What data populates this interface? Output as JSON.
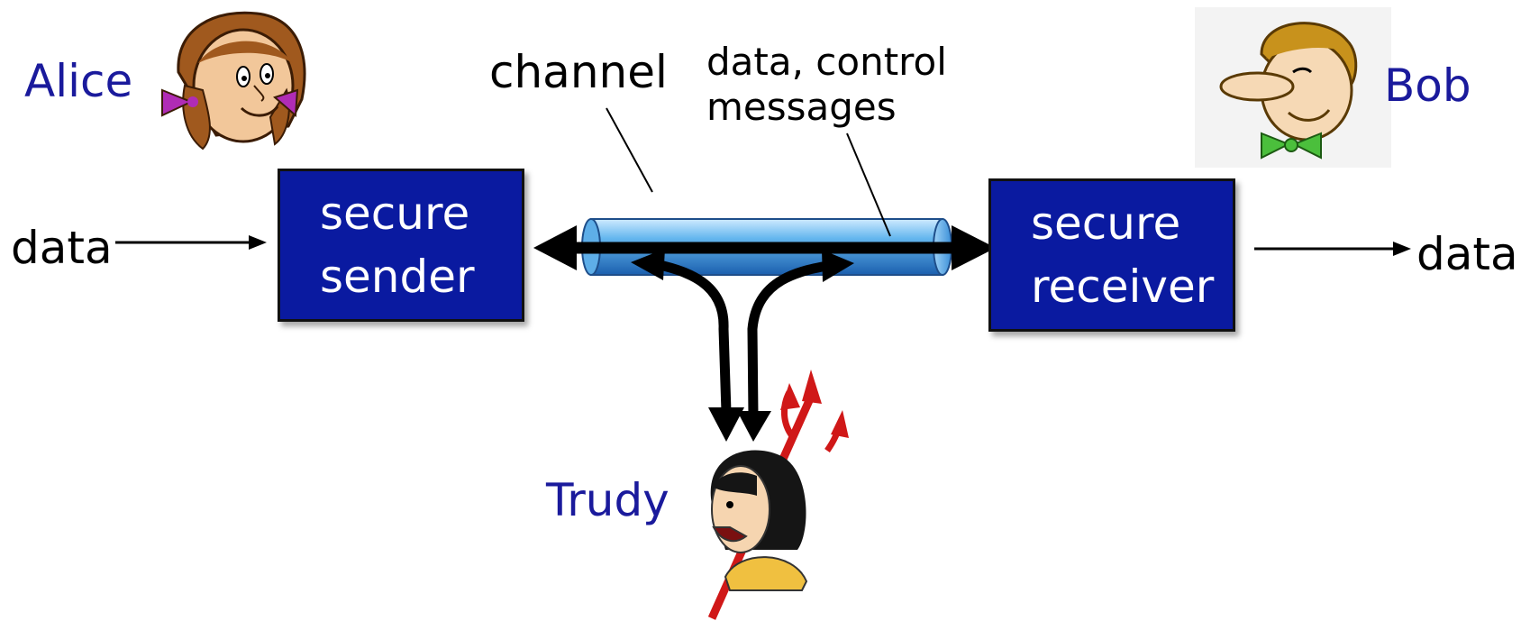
{
  "actors": {
    "alice": "Alice",
    "bob": "Bob",
    "trudy": "Trudy"
  },
  "labels": {
    "channel": "channel",
    "messages_line1": "data, control",
    "messages_line2": "messages",
    "data_in": "data",
    "data_out": "data"
  },
  "sender": {
    "line1": "secure",
    "line2": "sender"
  },
  "receiver": {
    "line1": "secure",
    "line2": "receiver"
  },
  "icons": [
    "alice-face-icon",
    "bob-face-icon",
    "trudy-face-icon",
    "pitchfork-icon"
  ],
  "colors": {
    "box_fill": "#0a1aa0",
    "actor_text": "#1a1a9c",
    "pipe": "#4aa3e0",
    "pitchfork": "#d01818"
  }
}
